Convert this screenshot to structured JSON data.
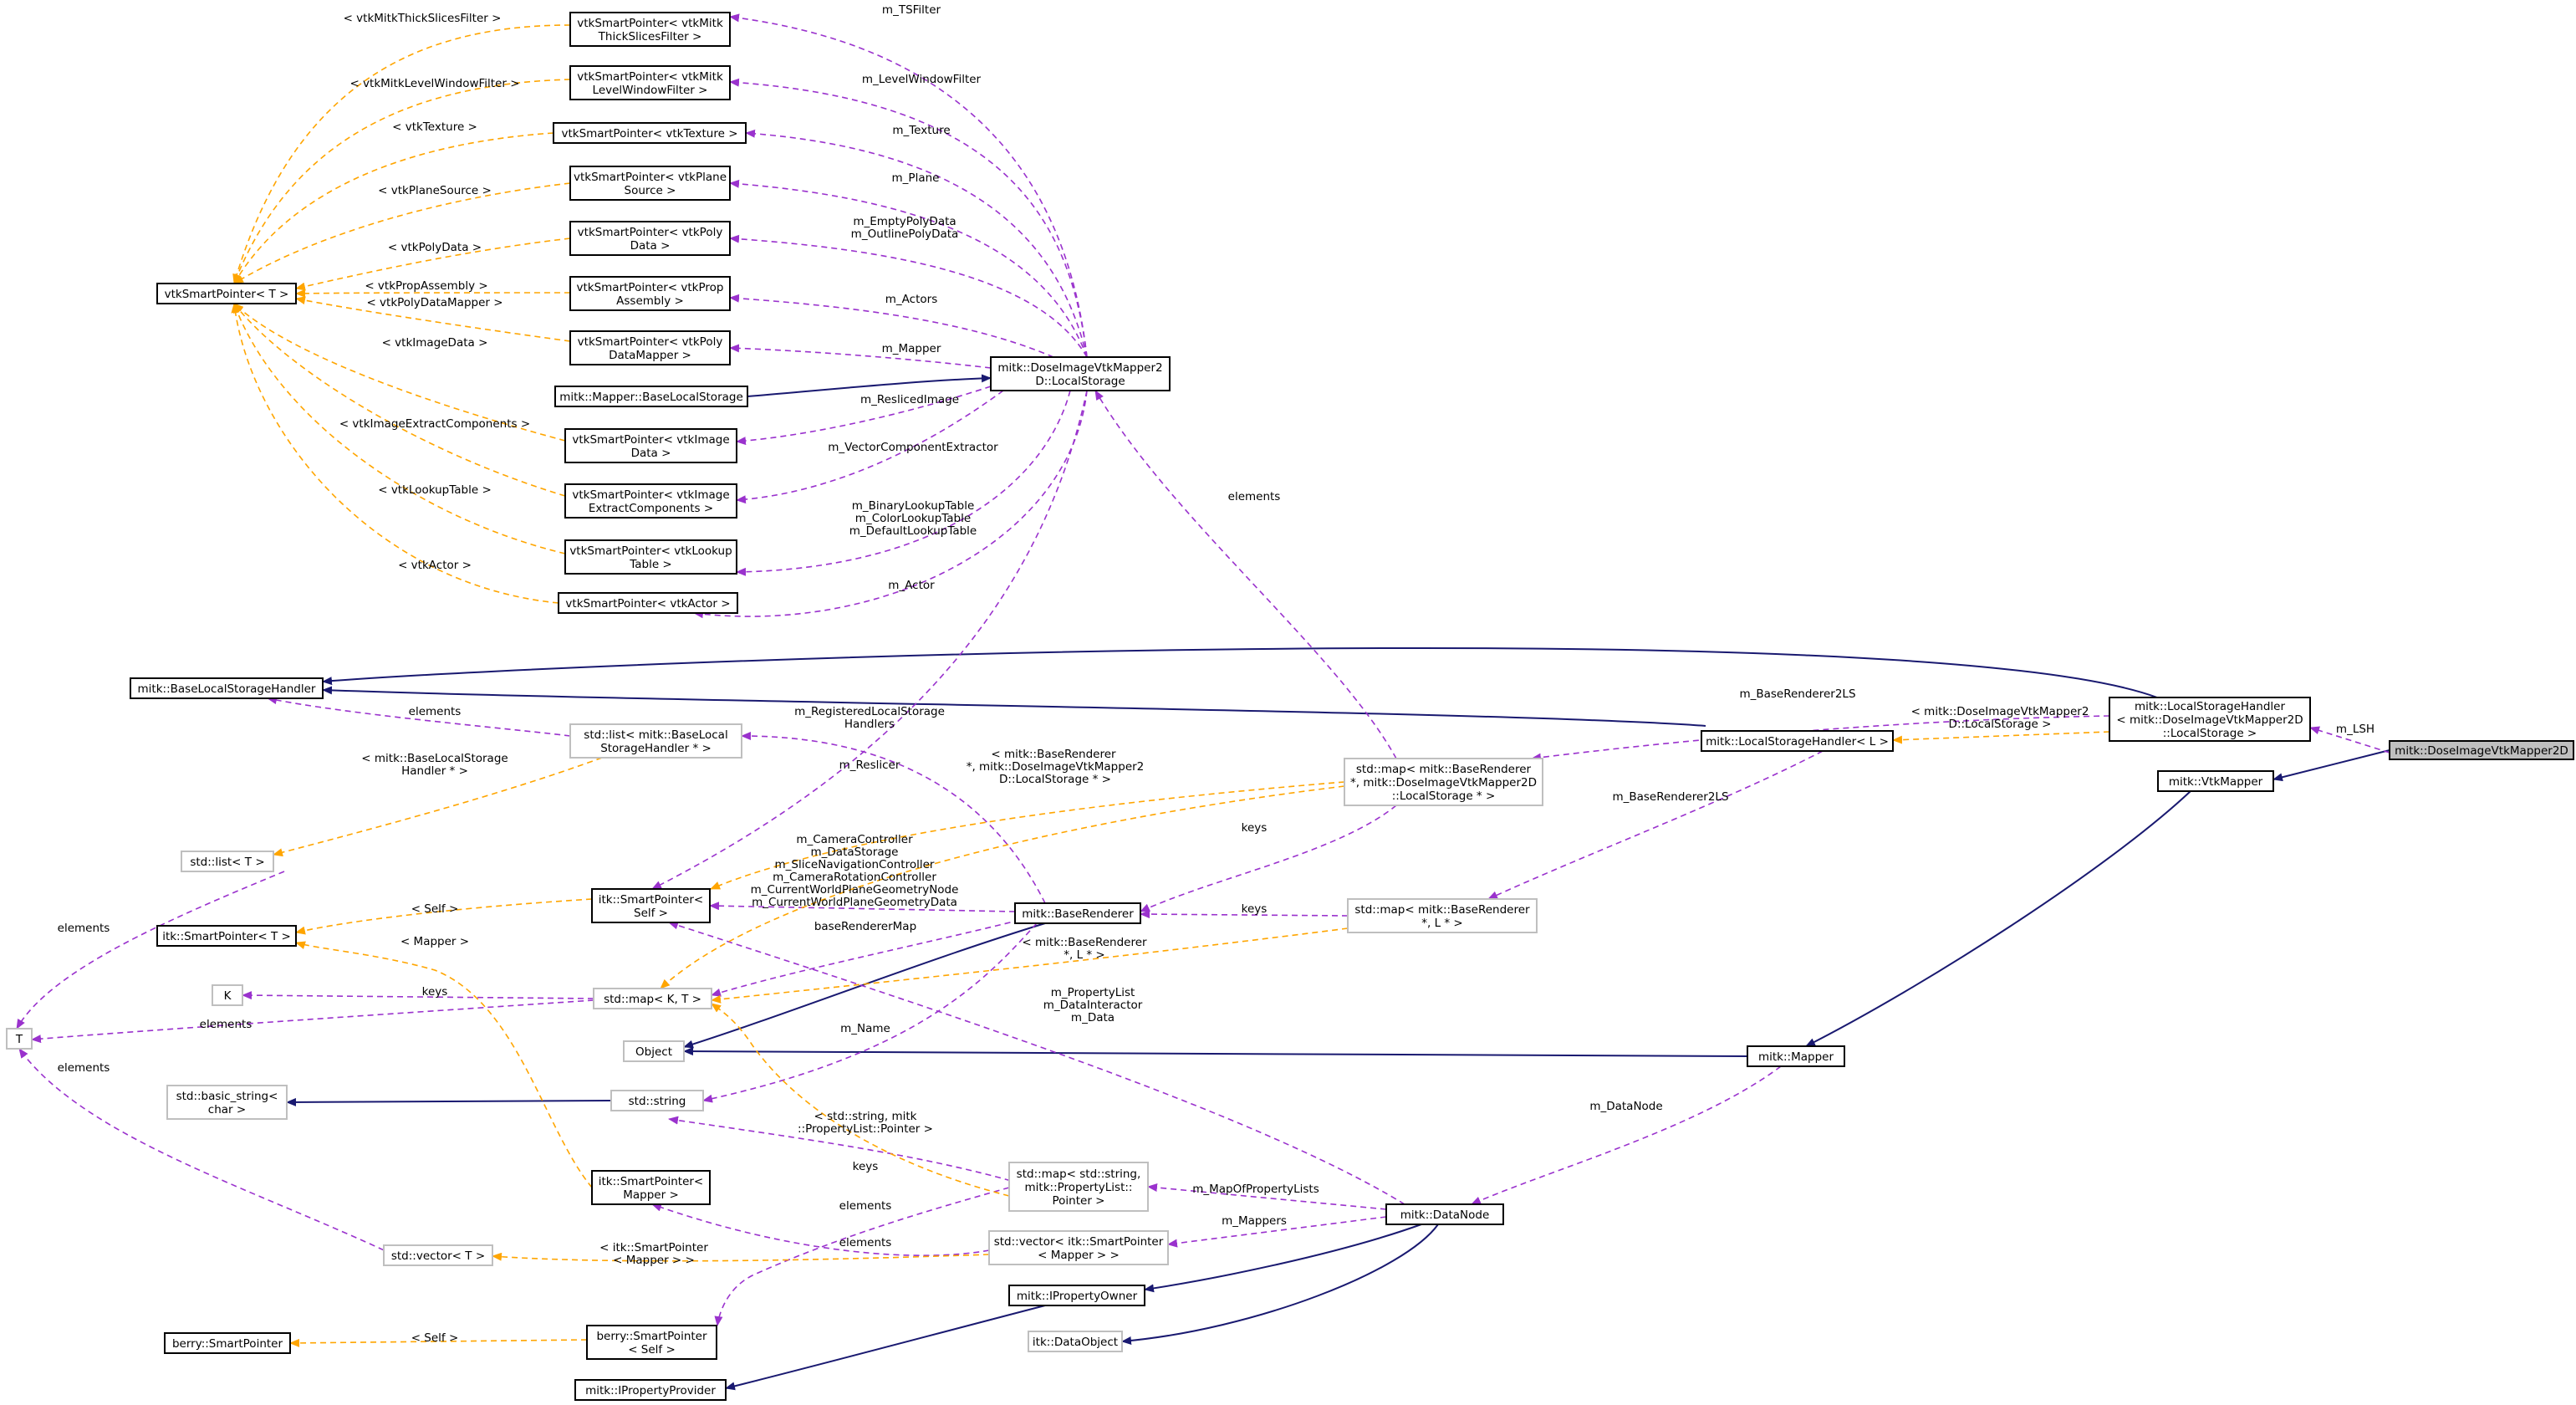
{
  "colors": {
    "inherit": "#191970",
    "usage": "#9a32cd",
    "template": "#ffa500",
    "highlight": "#bfbfbf"
  },
  "nodes": [
    {
      "id": "dose2d",
      "lines": [
        "mitk::DoseImageVtkMapper2D"
      ],
      "highlight": true
    },
    {
      "id": "lsh_tpl",
      "lines": [
        "mitk::LocalStorageHandler",
        "< mitk::DoseImageVtkMapper2D",
        "::LocalStorage >"
      ]
    },
    {
      "id": "vtkmapper",
      "lines": [
        "mitk::VtkMapper"
      ]
    },
    {
      "id": "lsh_l",
      "lines": [
        "mitk::LocalStorageHandler< L >"
      ]
    },
    {
      "id": "baselsh",
      "lines": [
        "mitk::BaseLocalStorageHandler"
      ]
    },
    {
      "id": "localstorage",
      "lines": [
        "mitk::DoseImageVtkMapper2",
        "D::LocalStorage"
      ]
    },
    {
      "id": "mapper_bls",
      "lines": [
        "mitk::Mapper::BaseLocalStorage"
      ]
    },
    {
      "id": "vtksp_t",
      "lines": [
        "vtkSmartPointer< T >"
      ]
    },
    {
      "id": "sp_thick",
      "lines": [
        "vtkSmartPointer< vtkMitk",
        "ThickSlicesFilter >"
      ]
    },
    {
      "id": "sp_lwf",
      "lines": [
        "vtkSmartPointer< vtkMitk",
        "LevelWindowFilter >"
      ]
    },
    {
      "id": "sp_tex",
      "lines": [
        "vtkSmartPointer< vtkTexture >"
      ]
    },
    {
      "id": "sp_plane",
      "lines": [
        "vtkSmartPointer< vtkPlane",
        "Source >"
      ]
    },
    {
      "id": "sp_poly",
      "lines": [
        "vtkSmartPointer< vtkPoly",
        "Data >"
      ]
    },
    {
      "id": "sp_prop",
      "lines": [
        "vtkSmartPointer< vtkProp",
        "Assembly >"
      ]
    },
    {
      "id": "sp_pdm",
      "lines": [
        "vtkSmartPointer< vtkPoly",
        "DataMapper >"
      ]
    },
    {
      "id": "sp_img",
      "lines": [
        "vtkSmartPointer< vtkImage",
        "Data >"
      ]
    },
    {
      "id": "sp_iec",
      "lines": [
        "vtkSmartPointer< vtkImage",
        "ExtractComponents >"
      ]
    },
    {
      "id": "sp_lut",
      "lines": [
        "vtkSmartPointer< vtkLookup",
        "Table >"
      ]
    },
    {
      "id": "sp_actor",
      "lines": [
        "vtkSmartPointer< vtkActor >"
      ]
    },
    {
      "id": "stdlist_blsh",
      "lines": [
        "std::list< mitk::BaseLocal",
        "StorageHandler * >"
      ],
      "grey": true
    },
    {
      "id": "stdlist_t",
      "lines": [
        "std::list< T >"
      ],
      "grey": true
    },
    {
      "id": "t",
      "lines": [
        "T"
      ],
      "grey": true
    },
    {
      "id": "itksp_t",
      "lines": [
        "itk::SmartPointer< T >"
      ]
    },
    {
      "id": "itksp_self",
      "lines": [
        "itk::SmartPointer<",
        "Self >"
      ]
    },
    {
      "id": "k",
      "lines": [
        "K"
      ],
      "grey": true
    },
    {
      "id": "stdmap_kt",
      "lines": [
        "std::map< K, T >"
      ],
      "grey": true
    },
    {
      "id": "object",
      "lines": [
        "Object"
      ],
      "grey": true
    },
    {
      "id": "basic_string",
      "lines": [
        "std::basic_string<",
        "char >"
      ],
      "grey": true
    },
    {
      "id": "stdstring",
      "lines": [
        "std::string"
      ],
      "grey": true
    },
    {
      "id": "itksp_mapper",
      "lines": [
        "itk::SmartPointer<",
        "Mapper >"
      ]
    },
    {
      "id": "stdvector_t",
      "lines": [
        "std::vector< T >"
      ],
      "grey": true
    },
    {
      "id": "berry_sp",
      "lines": [
        "berry::SmartPointer"
      ]
    },
    {
      "id": "berry_sp_self",
      "lines": [
        "berry::SmartPointer",
        "< Self >"
      ]
    },
    {
      "id": "ipropprovider",
      "lines": [
        "mitk::IPropertyProvider"
      ]
    },
    {
      "id": "map_br_ls",
      "lines": [
        "std::map< mitk::BaseRenderer",
        "*, mitk::DoseImageVtkMapper2D",
        "::LocalStorage * >"
      ],
      "grey": true
    },
    {
      "id": "map_br_l",
      "lines": [
        "std::map< mitk::BaseRenderer",
        "*, L * >"
      ],
      "grey": true
    },
    {
      "id": "baserenderer",
      "lines": [
        "mitk::BaseRenderer"
      ]
    },
    {
      "id": "mapper",
      "lines": [
        "mitk::Mapper"
      ]
    },
    {
      "id": "map_str_pl",
      "lines": [
        "std::map< std::string,",
        "mitk::PropertyList::",
        "Pointer >"
      ],
      "grey": true
    },
    {
      "id": "vec_sp_mapper",
      "lines": [
        "std::vector< itk::SmartPointer",
        "< Mapper > >"
      ],
      "grey": true
    },
    {
      "id": "datanode",
      "lines": [
        "mitk::DataNode"
      ]
    },
    {
      "id": "ipropowner",
      "lines": [
        "mitk::IPropertyOwner"
      ]
    },
    {
      "id": "itkdataobject",
      "lines": [
        "itk::DataObject"
      ],
      "grey": true
    }
  ],
  "labels": [
    {
      "id": "l_tsf",
      "text": "m_TSFilter"
    },
    {
      "id": "l_lwf",
      "text": "m_LevelWindowFilter"
    },
    {
      "id": "l_tex",
      "text": "m_Texture"
    },
    {
      "id": "l_plane",
      "text": "m_Plane"
    },
    {
      "id": "l_poly1",
      "text": "m_EmptyPolyData"
    },
    {
      "id": "l_poly2",
      "text": "m_OutlinePolyData"
    },
    {
      "id": "l_actors",
      "text": "m_Actors"
    },
    {
      "id": "l_mapper",
      "text": "m_Mapper"
    },
    {
      "id": "l_resliced",
      "text": "m_ReslicedImage"
    },
    {
      "id": "l_vce",
      "text": "m_VectorComponentExtractor"
    },
    {
      "id": "l_lut1",
      "text": "m_BinaryLookupTable"
    },
    {
      "id": "l_lut2",
      "text": "m_ColorLookupTable"
    },
    {
      "id": "l_lut3",
      "text": "m_DefaultLookupTable"
    },
    {
      "id": "l_actor",
      "text": "m_Actor"
    },
    {
      "id": "l_elements_ls",
      "text": "elements"
    },
    {
      "id": "t_thick",
      "text": "< vtkMitkThickSlicesFilter >"
    },
    {
      "id": "t_lwf",
      "text": "< vtkMitkLevelWindowFilter >"
    },
    {
      "id": "t_tex",
      "text": "< vtkTexture >"
    },
    {
      "id": "t_plane",
      "text": "< vtkPlaneSource >"
    },
    {
      "id": "t_poly",
      "text": "< vtkPolyData >"
    },
    {
      "id": "t_prop",
      "text": "< vtkPropAssembly >"
    },
    {
      "id": "t_pdm",
      "text": "< vtkPolyDataMapper >"
    },
    {
      "id": "t_img",
      "text": "< vtkImageData >"
    },
    {
      "id": "t_iec",
      "text": "< vtkImageExtractComponents >"
    },
    {
      "id": "t_lut",
      "text": "< vtkLookupTable >"
    },
    {
      "id": "t_actor",
      "text": "< vtkActor >"
    },
    {
      "id": "l_elements_bl",
      "text": "elements"
    },
    {
      "id": "t_blsh1",
      "text": "< mitk::BaseLocalStorage"
    },
    {
      "id": "t_blsh2",
      "text": "Handler * >"
    },
    {
      "id": "l_elements_t1",
      "text": "elements"
    },
    {
      "id": "l_reg1",
      "text": "m_RegisteredLocalStorage"
    },
    {
      "id": "l_reg2",
      "text": "Handlers"
    },
    {
      "id": "l_reslicer",
      "text": "m_Reslicer"
    },
    {
      "id": "t_brls1",
      "text": "< mitk::BaseRenderer"
    },
    {
      "id": "t_brls2",
      "text": "*, mitk::DoseImageVtkMapper2"
    },
    {
      "id": "t_brls3",
      "text": "D::LocalStorage * >"
    },
    {
      "id": "l_br2ls",
      "text": "m_BaseRenderer2LS"
    },
    {
      "id": "t_lsh1",
      "text": "< mitk::DoseImageVtkMapper2"
    },
    {
      "id": "t_lsh2",
      "text": "D::LocalStorage >"
    },
    {
      "id": "l_lsh",
      "text": "m_LSH"
    },
    {
      "id": "l_br2ls2",
      "text": "m_BaseRenderer2LS"
    },
    {
      "id": "l_keys_ls",
      "text": "keys"
    },
    {
      "id": "l_keys_brl",
      "text": "keys"
    },
    {
      "id": "l_br1",
      "text": "m_CameraController"
    },
    {
      "id": "l_br2",
      "text": "m_DataStorage"
    },
    {
      "id": "l_br3",
      "text": "m_SliceNavigationController"
    },
    {
      "id": "l_br4",
      "text": "m_CameraRotationController"
    },
    {
      "id": "l_br5",
      "text": "m_CurrentWorldPlaneGeometryNode"
    },
    {
      "id": "l_br6",
      "text": "m_CurrentWorldPlaneGeometryData"
    },
    {
      "id": "t_self",
      "text": "< Self >"
    },
    {
      "id": "l_brmap",
      "text": "baseRendererMap"
    },
    {
      "id": "t_brl1",
      "text": "< mitk::BaseRenderer"
    },
    {
      "id": "t_brl2",
      "text": "*, L * >"
    },
    {
      "id": "t_mapper",
      "text": "< Mapper >"
    },
    {
      "id": "l_keys_k",
      "text": "keys"
    },
    {
      "id": "l_elements_t2",
      "text": "elements"
    },
    {
      "id": "l_dn1",
      "text": "m_PropertyList"
    },
    {
      "id": "l_dn2",
      "text": "m_DataInteractor"
    },
    {
      "id": "l_dn3",
      "text": "m_Data"
    },
    {
      "id": "l_name",
      "text": "m_Name"
    },
    {
      "id": "l_elements_t3",
      "text": "elements"
    },
    {
      "id": "l_datanode",
      "text": "m_DataNode"
    },
    {
      "id": "t_strpl1",
      "text": "< std::string, mitk"
    },
    {
      "id": "t_strpl2",
      "text": "::PropertyList::Pointer >"
    },
    {
      "id": "l_keys_str",
      "text": "keys"
    },
    {
      "id": "l_mopl",
      "text": "m_MapOfPropertyLists"
    },
    {
      "id": "l_elements_vm1",
      "text": "elements"
    },
    {
      "id": "l_elements_vm2",
      "text": "elements"
    },
    {
      "id": "l_mappers",
      "text": "m_Mappers"
    },
    {
      "id": "t_itkspm1",
      "text": "< itk::SmartPointer"
    },
    {
      "id": "t_itkspm2",
      "text": "< Mapper > >"
    },
    {
      "id": "t_selfb",
      "text": "< Self >"
    }
  ]
}
